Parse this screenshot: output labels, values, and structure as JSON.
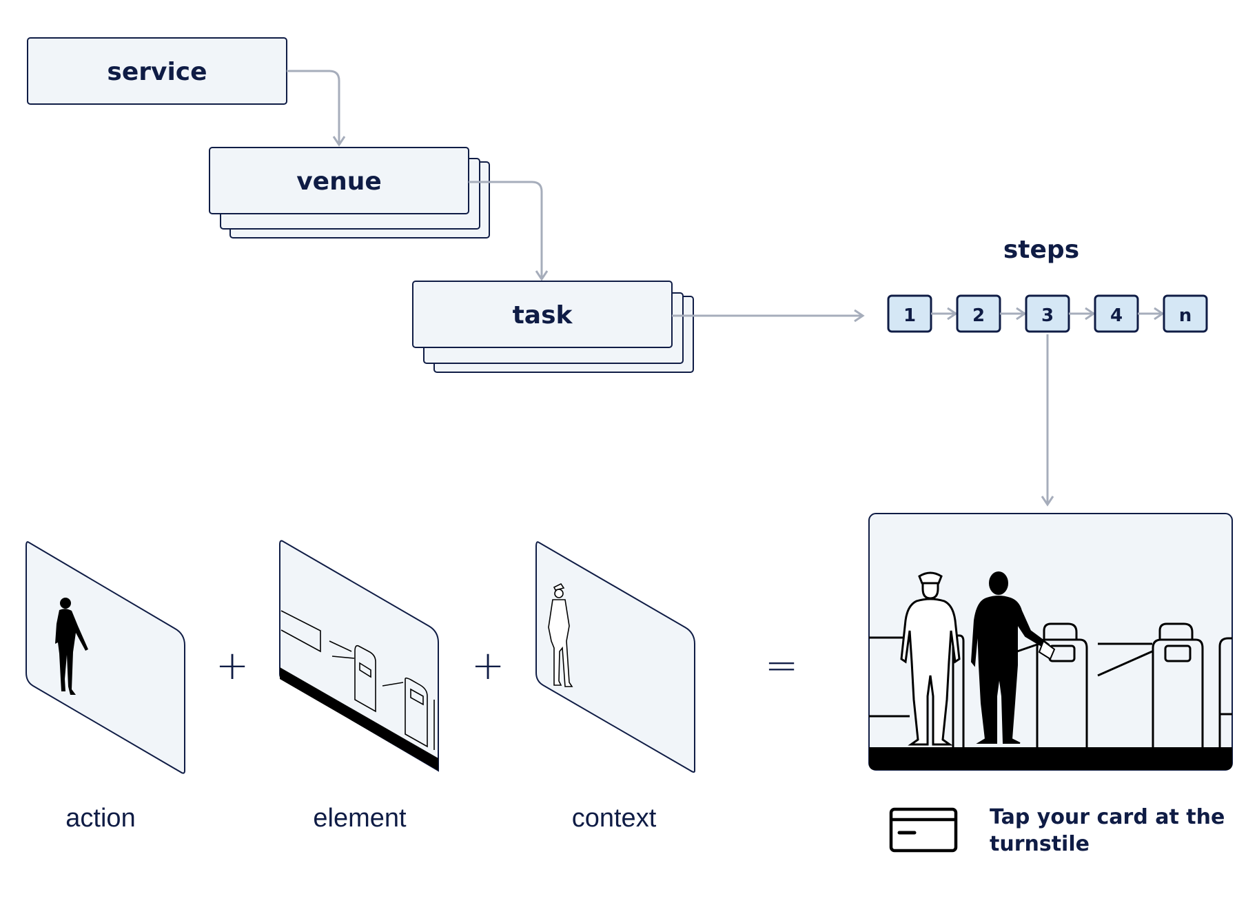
{
  "hierarchy": {
    "service": "service",
    "venue": "venue",
    "task": "task"
  },
  "steps": {
    "title": "steps",
    "items": [
      "1",
      "2",
      "3",
      "4",
      "n"
    ]
  },
  "components": {
    "action": "action",
    "element": "element",
    "context": "context",
    "plus": "+",
    "equals": "="
  },
  "result": {
    "line1": "Tap your card at the",
    "line2": "turnstile",
    "icon": "card-icon"
  },
  "colors": {
    "ink": "#0f1c45",
    "panel": "#f1f5f9",
    "step_fill": "#d5e7f5",
    "connector": "#a6adbb"
  }
}
